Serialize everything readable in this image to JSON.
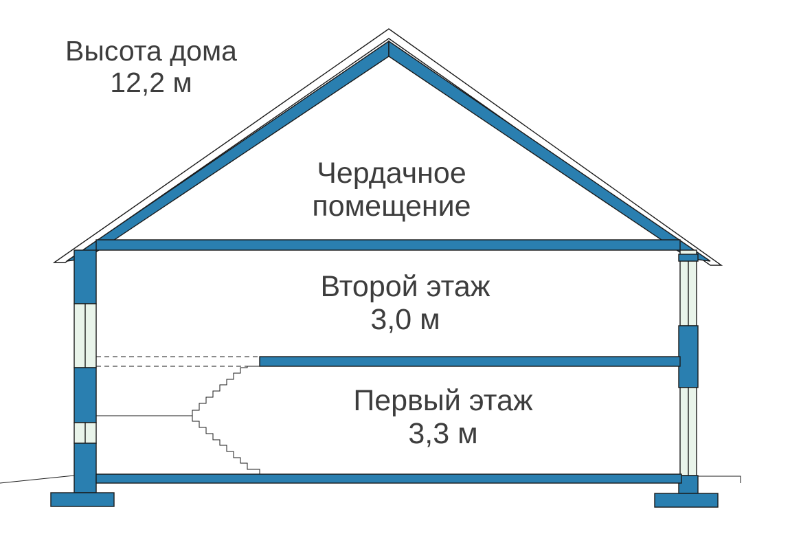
{
  "house_height": {
    "label": "Высота дома",
    "value": "12,2 м"
  },
  "attic": {
    "line1": "Чердачное",
    "line2": "помещение"
  },
  "second_floor": {
    "name": "Второй этаж",
    "height": "3,0 м"
  },
  "first_floor": {
    "name": "Первый этаж",
    "height": "3,3 м"
  },
  "colors": {
    "structure": "#2a7fb0",
    "outline": "#1a1a1a",
    "text": "#3d3d3d",
    "window_tint": "#e9f4ea"
  }
}
